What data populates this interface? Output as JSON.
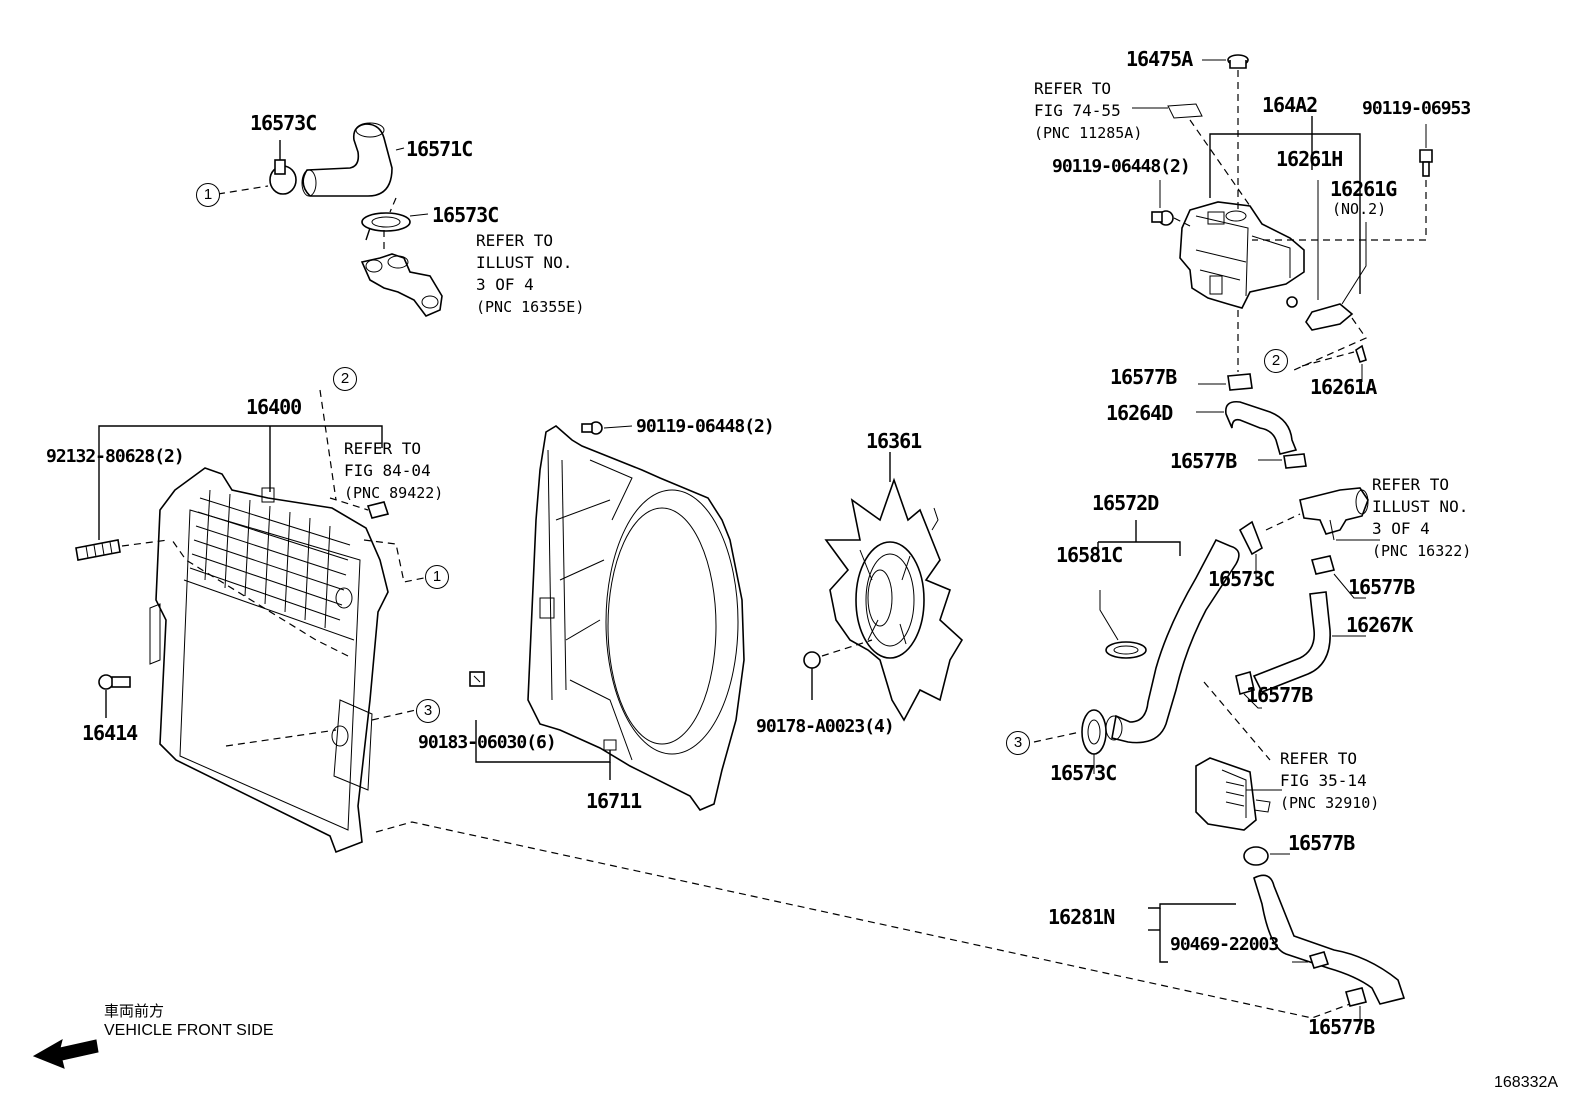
{
  "labels": {
    "p16573C_top": "16573C",
    "p16571C": "16571C",
    "p16573C_mid": "16573C",
    "ref_illust_16355E": [
      "REFER TO",
      "ILLUST NO.",
      "3 OF 4",
      "(PNC 16355E)"
    ],
    "p16400": "16400",
    "p92132": "92132-80628(2)",
    "ref_fig_84_04": [
      "REFER TO",
      "FIG 84-04",
      "(PNC 89422)"
    ],
    "p16414": "16414",
    "p90119_fan": "90119-06448(2)",
    "p90183": "90183-06030(6)",
    "p16711": "16711",
    "p16361": "16361",
    "p90178": "90178-A0023(4)",
    "p16475A": "16475A",
    "ref_fig_74_55": [
      "REFER TO",
      "FIG 74-55",
      "(PNC 11285A)"
    ],
    "p164A2": "164A2",
    "p90119_06953": "90119-06953",
    "p90119_tank": "90119-06448(2)",
    "p16261H": "16261H",
    "p16261G": "16261G",
    "p16261G_sub": "(NO.2)",
    "p16577B_1": "16577B",
    "p16261A": "16261A",
    "p16264D": "16264D",
    "p16577B_2": "16577B",
    "p16572D": "16572D",
    "ref_illust_16322": [
      "REFER TO",
      "ILLUST NO.",
      "3 OF 4",
      "(PNC 16322)"
    ],
    "p16581C": "16581C",
    "p16573C_r": "16573C",
    "p16577B_3": "16577B",
    "p16267K": "16267K",
    "p16577B_4": "16577B",
    "p16573C_low": "16573C",
    "ref_fig_35_14": [
      "REFER TO",
      "FIG 35-14",
      "(PNC 32910)"
    ],
    "p16577B_5": "16577B",
    "p16281N": "16281N",
    "p90469": "90469-22003",
    "p16577B_6": "16577B",
    "front_jp": "車両前方",
    "front_en": "VEHICLE FRONT SIDE",
    "figure_id": "168332A"
  },
  "circle_markers": [
    "1",
    "1",
    "2",
    "2",
    "3",
    "3"
  ],
  "icons": {
    "front_arrow": "left-arrow-icon"
  }
}
